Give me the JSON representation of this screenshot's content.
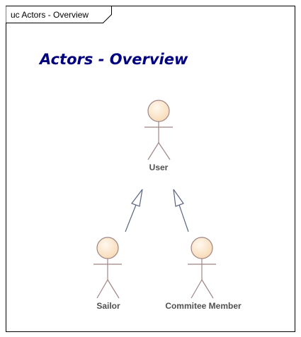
{
  "frame": {
    "label": "uc Actors - Overview"
  },
  "diagram": {
    "title": "Actors - Overview"
  },
  "actors": {
    "user": {
      "name": "User"
    },
    "sailor": {
      "name": "Sailor"
    },
    "commitee_member": {
      "name": "Commitee Member"
    }
  },
  "colors": {
    "actor_head_fill": "#FBE3C4",
    "actor_stroke": "#A08585",
    "title": "#000080",
    "label": "#505050",
    "connector": "#5B6584"
  }
}
